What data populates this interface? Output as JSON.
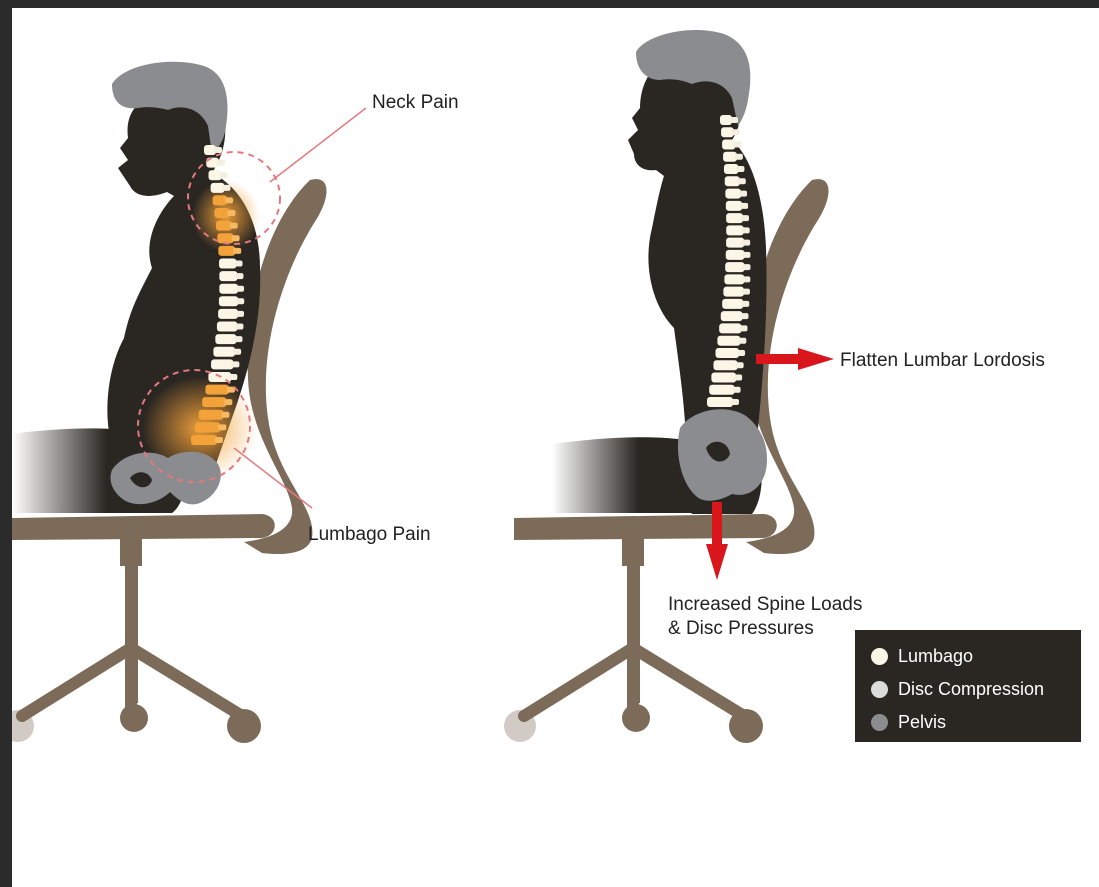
{
  "labels": {
    "neck_pain": "Neck Pain",
    "lumbago_pain": "Lumbago Pain",
    "flatten_lumbar_lordosis": "Flatten Lumbar Lordosis",
    "spine_loads_line1": "Increased Spine Loads",
    "spine_loads_line2": "& Disc Pressures"
  },
  "legend": {
    "items": [
      {
        "label": "Lumbago",
        "color": "#fbf6e6"
      },
      {
        "label": "Disc Compression",
        "color": "#dcdcdc"
      },
      {
        "label": "Pelvis",
        "color": "#8b8c90"
      }
    ]
  },
  "colors": {
    "silhouette": "#2a2622",
    "hair": "#8b8c90",
    "chair": "#7d6b59",
    "spine": "#fbf6e6",
    "pain": "#f3a23a",
    "arrow": "#d8161c",
    "callout": "#e2797f"
  }
}
